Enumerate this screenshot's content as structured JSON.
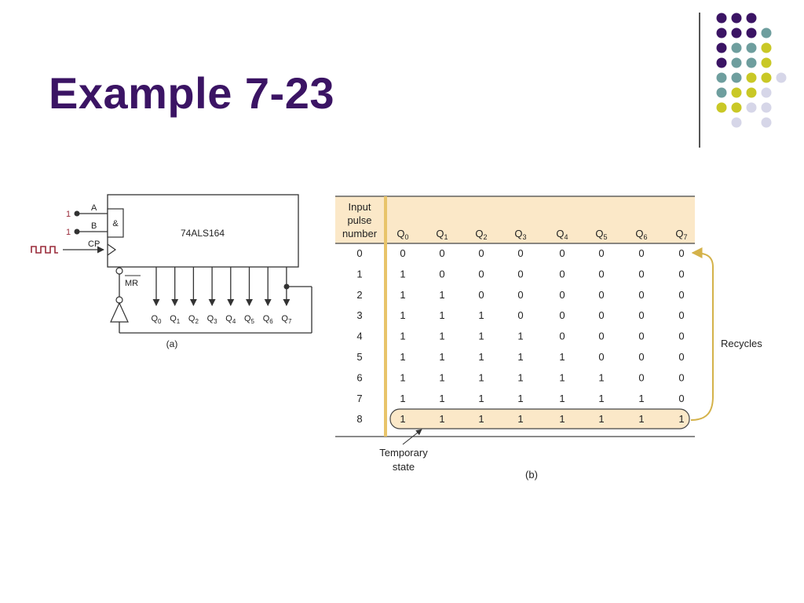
{
  "slide": {
    "title": "Example 7-23"
  },
  "theme": {
    "purple": "#3b1464",
    "teal": "#6e9e9e",
    "yellow": "#c9c826",
    "lavender": "#d6d6e8",
    "accent": "#d4b24a",
    "header_bg": "#fbe8c8",
    "dark": "#333333",
    "red": "#9a2b3a"
  },
  "decor": {
    "dot_grid": [
      [
        "",
        "purple",
        "purple",
        "purple",
        "",
        ""
      ],
      [
        "",
        "purple",
        "purple",
        "purple",
        "teal",
        ""
      ],
      [
        "",
        "purple",
        "teal",
        "teal",
        "yellow",
        ""
      ],
      [
        "",
        "purple",
        "teal",
        "teal",
        "yellow",
        ""
      ],
      [
        "",
        "teal",
        "teal",
        "yellow",
        "yellow",
        "lavender"
      ],
      [
        "",
        "teal",
        "yellow",
        "yellow",
        "lavender",
        ""
      ],
      [
        "",
        "yellow",
        "yellow",
        "lavender",
        "lavender",
        ""
      ],
      [
        "",
        "",
        "lavender",
        "",
        "lavender",
        ""
      ]
    ]
  },
  "circuit": {
    "chip_label": "74ALS164",
    "and_symbol": "&",
    "input_a": "A",
    "input_b": "B",
    "input_cp": "CP",
    "input_a_level": "1",
    "input_b_level": "1",
    "mr_label": "MR",
    "outputs": [
      "Q0",
      "Q1",
      "Q2",
      "Q3",
      "Q4",
      "Q5",
      "Q6",
      "Q7"
    ],
    "caption": "(a)"
  },
  "table": {
    "header_line1": "Input",
    "header_line2": "pulse",
    "header_line3": "number",
    "columns": [
      "Q0",
      "Q1",
      "Q2",
      "Q3",
      "Q4",
      "Q5",
      "Q6",
      "Q7"
    ],
    "rows": [
      [
        "0",
        "0",
        "0",
        "0",
        "0",
        "0",
        "0",
        "0",
        "0"
      ],
      [
        "1",
        "1",
        "0",
        "0",
        "0",
        "0",
        "0",
        "0",
        "0"
      ],
      [
        "2",
        "1",
        "1",
        "0",
        "0",
        "0",
        "0",
        "0",
        "0"
      ],
      [
        "3",
        "1",
        "1",
        "1",
        "0",
        "0",
        "0",
        "0",
        "0"
      ],
      [
        "4",
        "1",
        "1",
        "1",
        "1",
        "0",
        "0",
        "0",
        "0"
      ],
      [
        "5",
        "1",
        "1",
        "1",
        "1",
        "1",
        "0",
        "0",
        "0"
      ],
      [
        "6",
        "1",
        "1",
        "1",
        "1",
        "1",
        "1",
        "0",
        "0"
      ],
      [
        "7",
        "1",
        "1",
        "1",
        "1",
        "1",
        "1",
        "1",
        "0"
      ],
      [
        "8",
        "1",
        "1",
        "1",
        "1",
        "1",
        "1",
        "1",
        "1"
      ]
    ],
    "recycles_label": "Recycles",
    "temporary_line1": "Temporary",
    "temporary_line2": "state",
    "caption": "(b)"
  }
}
